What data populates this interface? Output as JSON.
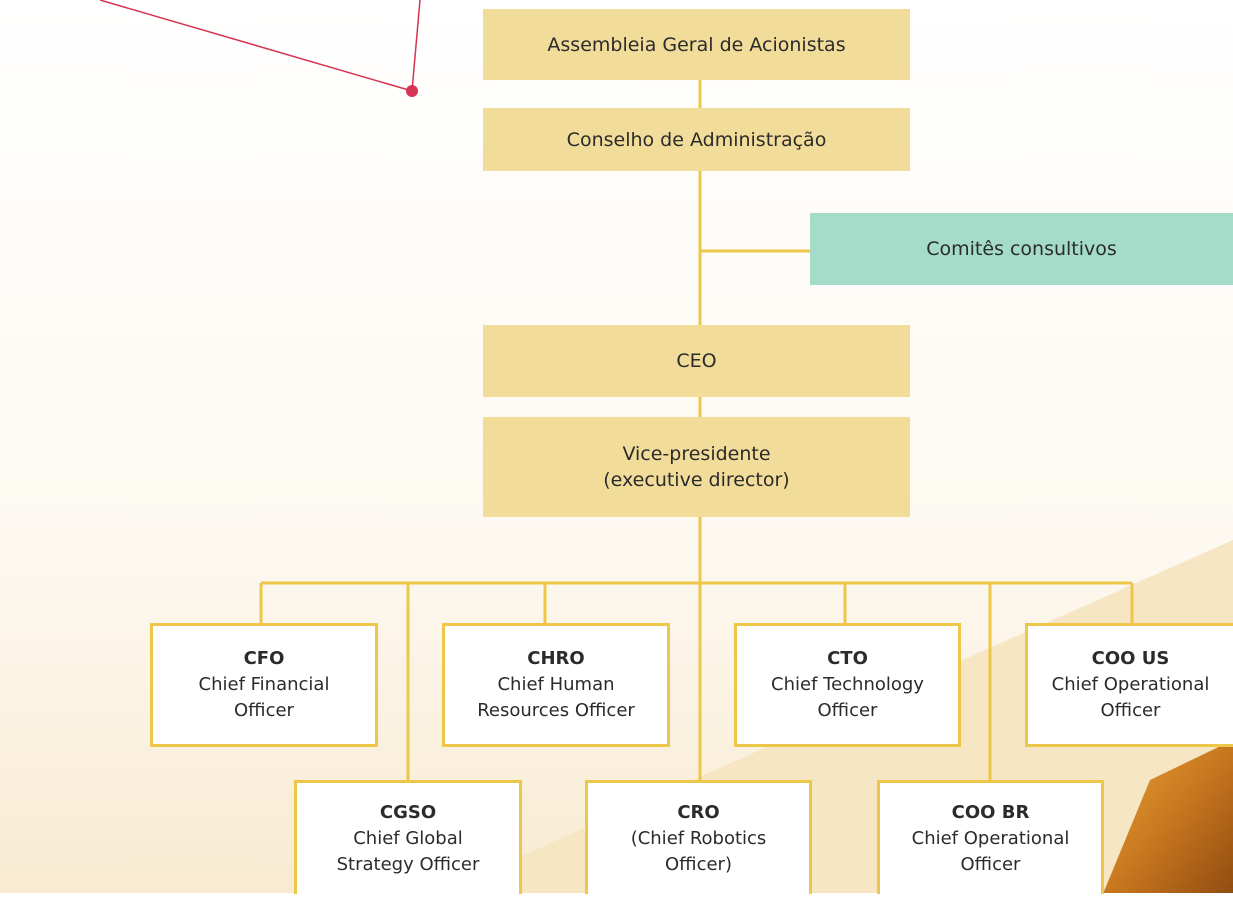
{
  "colors": {
    "filled_box": "#f2dc9a",
    "teal_box": "#a4dcc9",
    "connector": "#ecc74a",
    "accent_line": "#d63453",
    "outline_box": "#ecc74a"
  },
  "nodes": {
    "assembly": "Assembleia Geral de Acionistas",
    "board": "Conselho de Administração",
    "committees": "Comitês consultivos",
    "ceo": "CEO",
    "vp_line1": "Vice-presidente",
    "vp_line2": "(executive director)"
  },
  "roles": {
    "cfo": {
      "code": "CFO",
      "line1": "Chief Financial",
      "line2": "Officer"
    },
    "chro": {
      "code": "CHRO",
      "line1": "Chief Human",
      "line2": "Resources Officer"
    },
    "cto": {
      "code": "CTO",
      "line1": "Chief Technology",
      "line2": "Officer"
    },
    "coo_us": {
      "code": "COO US",
      "line1": "Chief Operational",
      "line2": "Officer"
    },
    "cgso": {
      "code": "CGSO",
      "line1": "Chief Global",
      "line2": "Strategy Officer"
    },
    "cro": {
      "code": "CRO",
      "line1": "(Chief Robotics",
      "line2": "Officer)"
    },
    "coo_br": {
      "code": "COO BR",
      "line1": "Chief Operational",
      "line2": "Officer"
    }
  }
}
